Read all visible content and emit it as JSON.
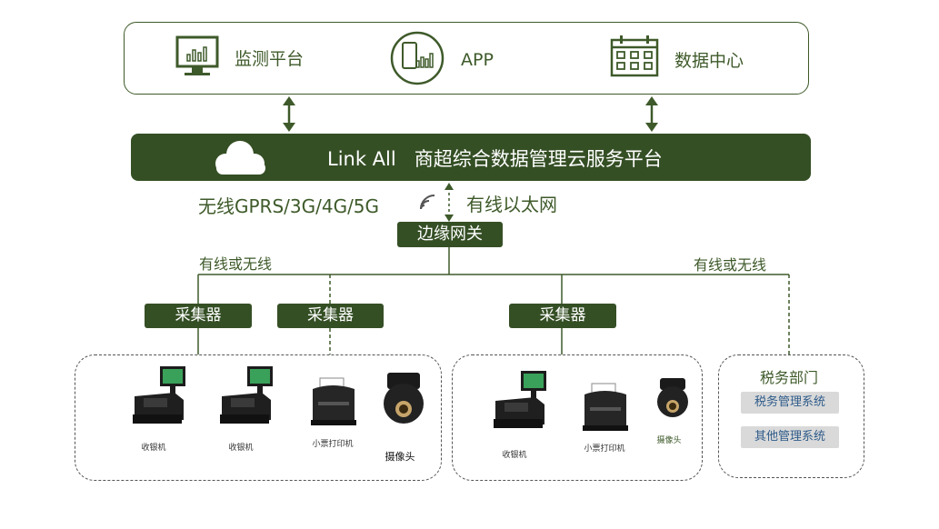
{
  "top": {
    "monitor_label": "监测平台",
    "app_label": "APP",
    "datacenter_label": "数据中心"
  },
  "cloud": {
    "title": "Link All   商超综合数据管理云服务平台"
  },
  "connections": {
    "wireless": "无线GPRS/3G/4G/5G",
    "wired": "有线以太网",
    "gateway": "边缘网关",
    "left_mode": "有线或无线",
    "right_mode": "有线或无线"
  },
  "collectors": [
    "采集器",
    "采集器",
    "采集器"
  ],
  "devices": {
    "pos1": "收银机",
    "pos2": "收银机",
    "printer1": "小票打印机",
    "camera1": "摄像头",
    "pos3": "收银机",
    "printer2": "小票打印机",
    "camera2": "摄像头"
  },
  "tax": {
    "title": "税务部门",
    "system1": "税务管理系统",
    "system2": "其他管理系统"
  },
  "colors": {
    "dark_green": "#354f25",
    "line_green": "#3e5a2a",
    "tag_gray": "#d9d9d9",
    "tag_text_blue": "#2e5b8a"
  }
}
